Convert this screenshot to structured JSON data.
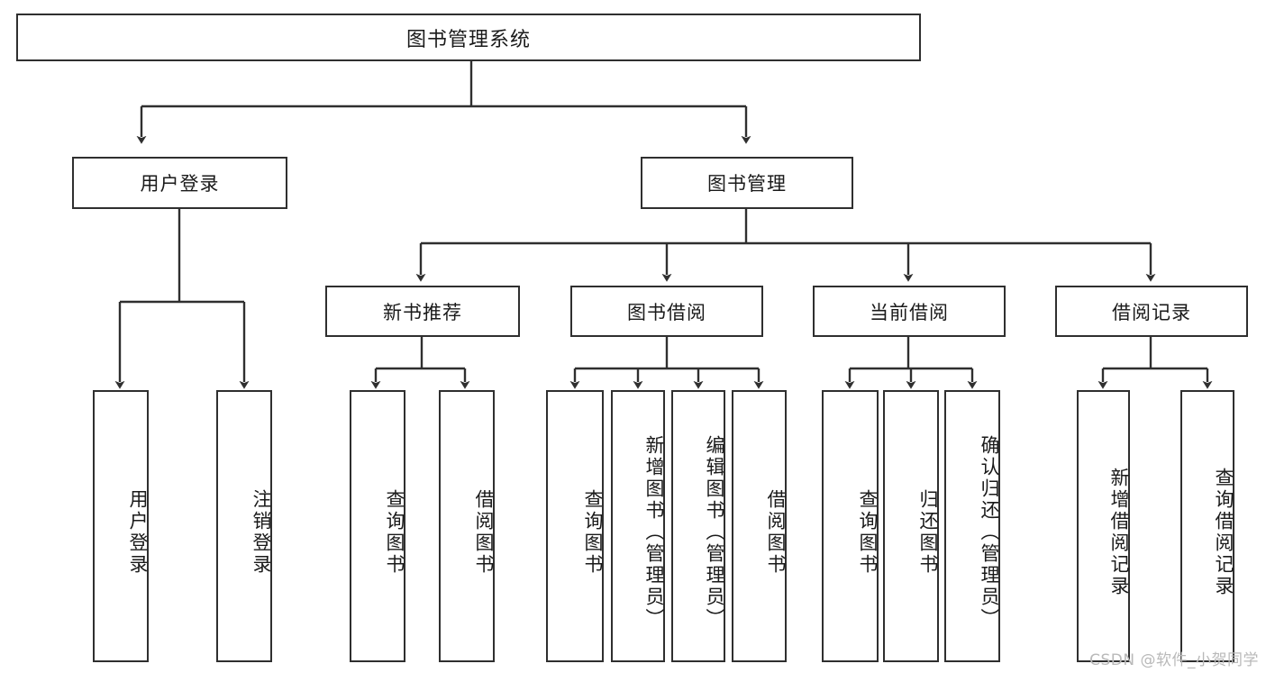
{
  "diagram": {
    "type": "tree-hierarchy-flowchart",
    "title": "图书管理系统",
    "colors": {
      "box_border": "#2f2f2f",
      "box_fill": "#ffffff",
      "line": "#2f2f2f",
      "text": "#1a1a1a",
      "watermark": "#b9b9b9",
      "background": "#ffffff"
    },
    "root": {
      "label": "图书管理系统"
    },
    "level2": [
      {
        "label": "用户登录"
      },
      {
        "label": "图书管理"
      }
    ],
    "level3": [
      {
        "label": "新书推荐"
      },
      {
        "label": "图书借阅"
      },
      {
        "label": "当前借阅"
      },
      {
        "label": "借阅记录"
      }
    ],
    "leaves": {
      "user_login": [
        {
          "label": "用户登录"
        },
        {
          "label": "注销登录"
        }
      ],
      "new_book": [
        {
          "label": "查询图书"
        },
        {
          "label": "借阅图书"
        }
      ],
      "borrow_book": [
        {
          "label": "查询图书"
        },
        {
          "label": "新增图书（管理员）"
        },
        {
          "label": "编辑图书（管理员）"
        },
        {
          "label": "借阅图书"
        }
      ],
      "current_borrow": [
        {
          "label": "查询图书"
        },
        {
          "label": "归还图书"
        },
        {
          "label": "确认归还（管理员）"
        }
      ],
      "borrow_record": [
        {
          "label": "新增借阅记录"
        },
        {
          "label": "查询借阅记录"
        }
      ]
    }
  },
  "watermark": {
    "text": "CSDN @软件_小贺同学"
  }
}
